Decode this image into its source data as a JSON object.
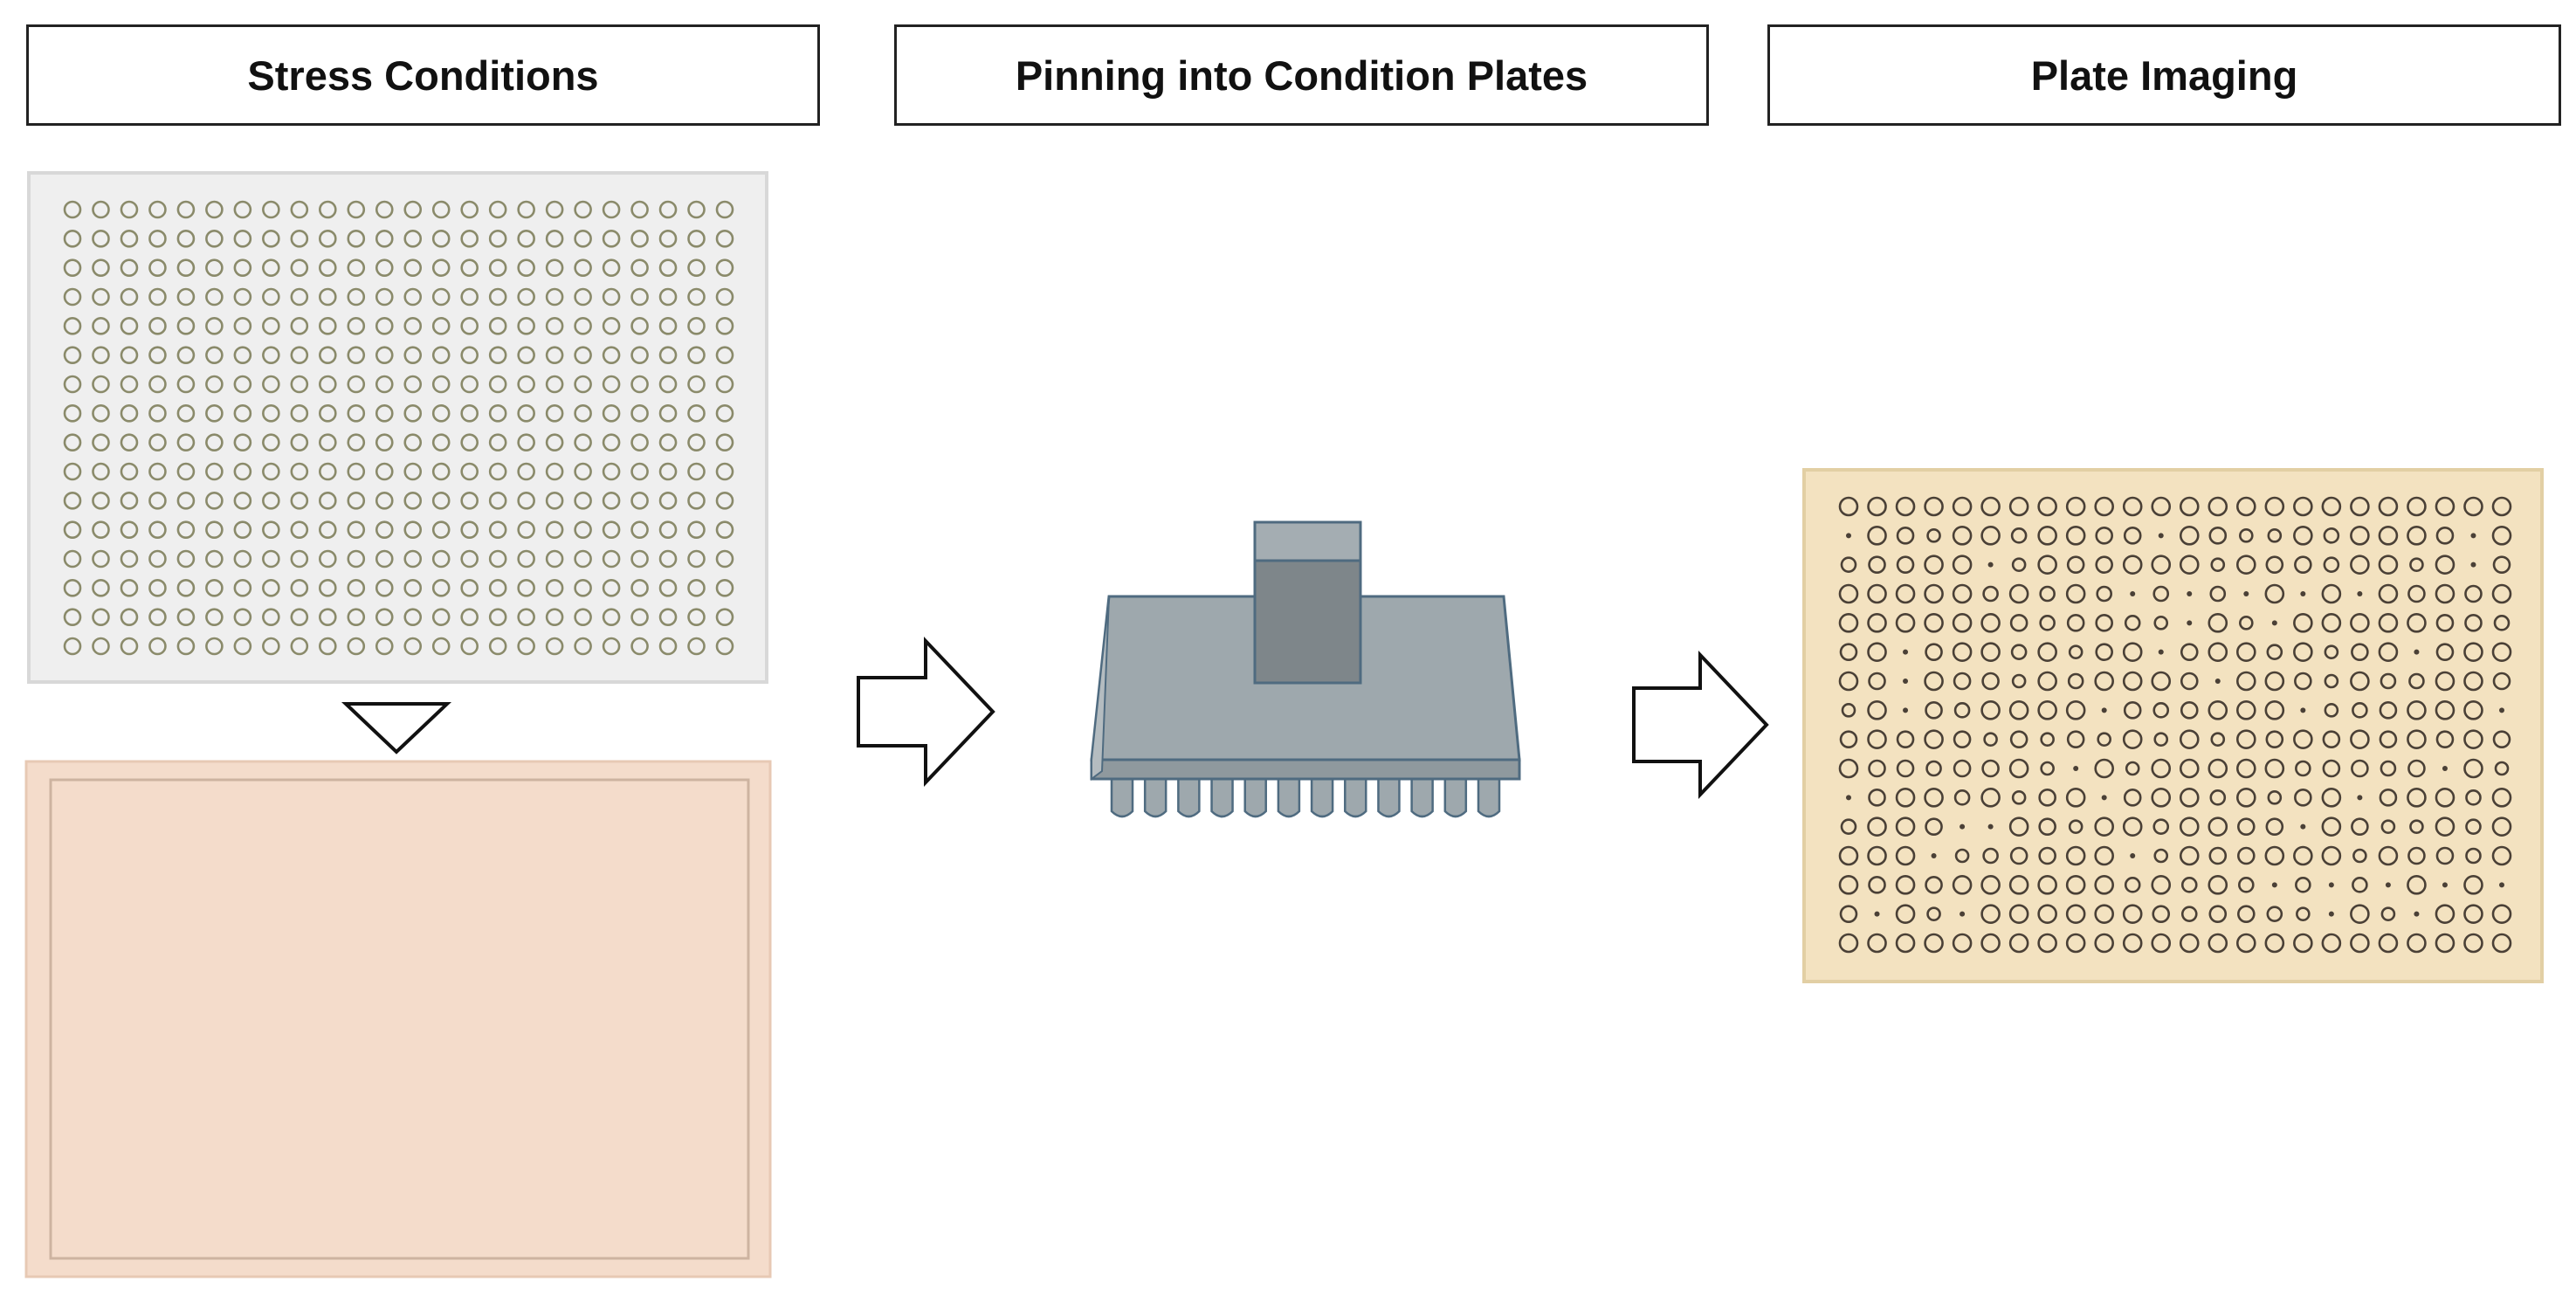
{
  "headers": {
    "stress_conditions": "Stress Conditions",
    "pinning": "Pinning into Condition Plates",
    "imaging": "Plate Imaging"
  },
  "plates": {
    "source_plate": {
      "rows": 16,
      "cols": 24,
      "fill": "#efefef",
      "border": "#d8d8d8",
      "well_color": "#8a8a6a"
    },
    "condition_plate": {
      "fill": "#f4dccb",
      "border": "#e7c9b4",
      "inner_border": "#cdb3a0"
    },
    "imaged_plate": {
      "rows": 16,
      "cols": 24,
      "fill": "#f3e2c0",
      "border": "#e2cfa4",
      "well_color": "#4a4036"
    }
  },
  "pin_tool": {
    "color_main": "#9ea8ad",
    "color_dark": "#7e868a",
    "edge": "#4f6b80",
    "pin_count": 12
  },
  "arrows": {
    "stroke": "#111111",
    "fill": "#ffffff"
  }
}
